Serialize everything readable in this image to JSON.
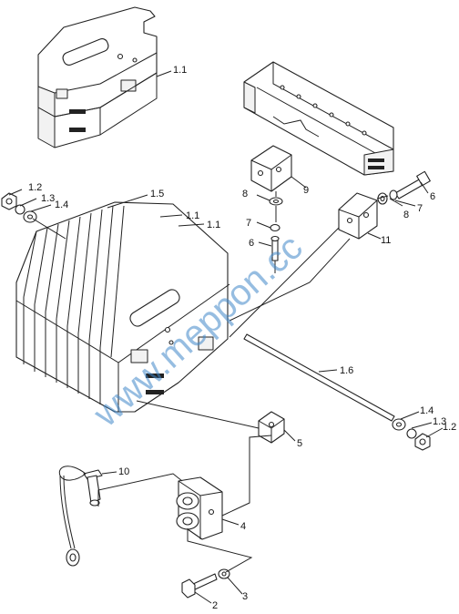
{
  "callouts": [
    {
      "id": "c-1-1-top",
      "text": "1.1"
    },
    {
      "id": "c-1-2",
      "text": "1.2"
    },
    {
      "id": "c-1-3",
      "text": "1.3"
    },
    {
      "id": "c-1-4",
      "text": "1.4"
    },
    {
      "id": "c-1-5",
      "text": "1.5"
    },
    {
      "id": "c-1-1-a",
      "text": "1.1"
    },
    {
      "id": "c-1-1-b",
      "text": "1.1"
    },
    {
      "id": "c-9",
      "text": "9"
    },
    {
      "id": "c-8-l",
      "text": "8"
    },
    {
      "id": "c-7-l",
      "text": "7"
    },
    {
      "id": "c-6-l",
      "text": "6"
    },
    {
      "id": "c-6-r",
      "text": "6"
    },
    {
      "id": "c-8-r",
      "text": "8"
    },
    {
      "id": "c-7-r",
      "text": "7"
    },
    {
      "id": "c-11",
      "text": "11"
    },
    {
      "id": "c-1-6",
      "text": "1.6"
    },
    {
      "id": "c-1-4-r",
      "text": "1.4"
    },
    {
      "id": "c-1-3-r",
      "text": "1.3"
    },
    {
      "id": "c-1-2-r",
      "text": "1.2"
    },
    {
      "id": "c-5",
      "text": "5"
    },
    {
      "id": "c-10",
      "text": "10"
    },
    {
      "id": "c-4",
      "text": "4"
    },
    {
      "id": "c-3",
      "text": "3"
    },
    {
      "id": "c-2",
      "text": "2"
    }
  ],
  "watermark": "www.meppon.cc",
  "colors": {
    "line": "#222222",
    "watermark": "#3f86c9"
  }
}
